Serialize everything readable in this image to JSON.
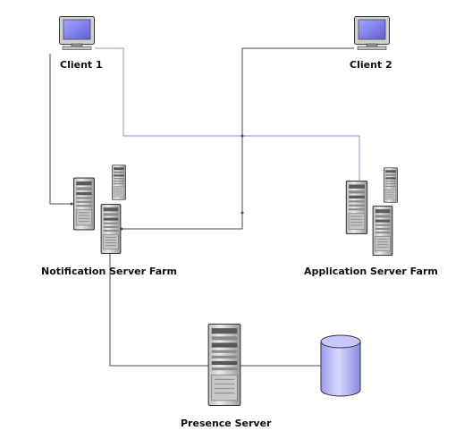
{
  "nodes": {
    "client1": {
      "label": "Client 1",
      "icon": "desktop-computer-icon"
    },
    "client2": {
      "label": "Client 2",
      "icon": "desktop-computer-icon"
    },
    "notification_farm": {
      "label": "Notification Server Farm",
      "icon": "server-tower-icon"
    },
    "application_farm": {
      "label": "Application Server Farm",
      "icon": "server-tower-icon"
    },
    "presence_server": {
      "label": "Presence Server",
      "icon": "server-tower-icon"
    },
    "database": {
      "label": "",
      "icon": "database-cylinder-icon"
    }
  },
  "colors": {
    "line_dark": "#4a4a5a",
    "line_blue": "#8a93c8",
    "monitor_screen": "#7e7ee6",
    "server_body": "#d8d8d8",
    "database_fill": "#b8b8f0"
  }
}
